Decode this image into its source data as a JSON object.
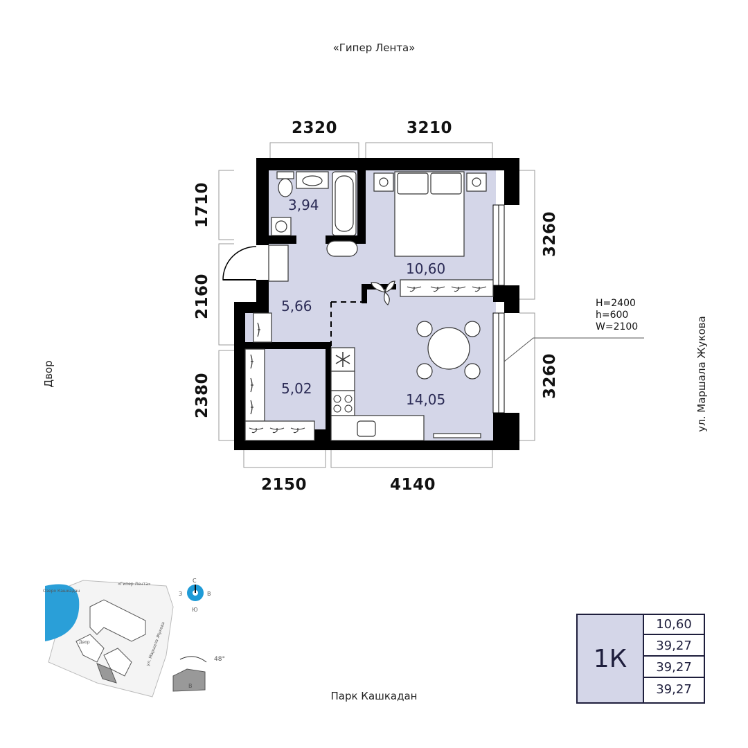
{
  "streets": {
    "top": "«Гипер Лента»",
    "bottom": "Парк Кашкадан",
    "right": "ул. Маршала Жукова",
    "left": "Двор"
  },
  "dimensions": {
    "top_left": "2320",
    "top_right": "3210",
    "bottom_left": "2150",
    "bottom_right": "4140",
    "left_1": "1710",
    "left_2": "2160",
    "left_3": "2380",
    "right_1": "3260",
    "right_2": "3260"
  },
  "rooms": {
    "bathroom": "3,94",
    "bedroom": "10,60",
    "hall": "5,66",
    "wardrobe": "5,02",
    "kitchen": "14,05"
  },
  "window_spec": {
    "H": "H=2400",
    "h": "h=600",
    "W": "W=2100"
  },
  "compass": {
    "north": "С",
    "south": "Ю",
    "west": "З",
    "east": "В"
  },
  "site_plan": {
    "lake": "Озеро Кашкадан",
    "top_label": "«Гипер Лента»",
    "yard": "Двор",
    "street": "ул. Маршала Жукова"
  },
  "orientation": {
    "angle": "48°",
    "section": "В"
  },
  "summary": {
    "type": "1К",
    "values": [
      "10,60",
      "39,27",
      "39,27",
      "39,27"
    ]
  },
  "colors": {
    "wall": "#000000",
    "floor": "#d4d6e8",
    "text": "#1e1e3c",
    "lake": "#2a9fd8",
    "compass": "#1f9bd7"
  }
}
